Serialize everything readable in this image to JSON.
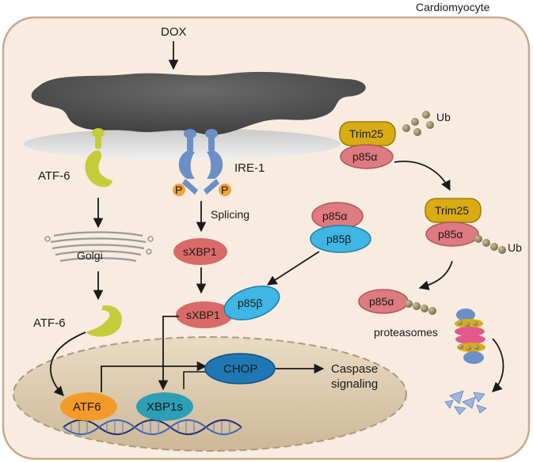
{
  "cell_label": "Cardiomyocyte",
  "stimulus": "DOX",
  "sensors": {
    "atf6": "ATF-6",
    "ire1": "IRE-1",
    "phospho": "P"
  },
  "steps": {
    "golgi": "Golgi",
    "splicing": "Splicing",
    "atf6_cleaved": "ATF-6"
  },
  "proteins": {
    "sxbp1_top": "sXBP1",
    "sxbp1_bound": "sXBP1",
    "p85a": "p85α",
    "p85b_free": "p85β",
    "p85b_bound": "p85β",
    "trim25_top": "Trim25",
    "p85a_top": "p85α",
    "trim25_mid": "Trim25",
    "p85a_mid": "p85α",
    "p85a_low": "p85α"
  },
  "nucleus": {
    "atf6": "ATF6",
    "xbp1s": "XBP1s",
    "chop": "CHOP"
  },
  "outcome": {
    "line1": "Caspase",
    "line2": "signaling"
  },
  "ubiquitin": {
    "ub_top": "Ub",
    "ub_mid": "Ub"
  },
  "degradation": {
    "proteasomes": "proteasomes"
  },
  "colors": {
    "cell_fill": "#f8ece0",
    "cell_border": "#c7a98a",
    "er": "#4d4d4d",
    "atf6_sensor": "#c5cc3a",
    "ire1": "#6b8fc7",
    "phospho": "#f3a23c",
    "sxbp1": "#d96a67",
    "p85a": "#dd7b80",
    "p85b": "#3fb6e3",
    "trim25": "#d9ac13",
    "chop": "#1f78b4",
    "nucleus_atf6": "#f29b2a",
    "xbp1s": "#2d9fb5",
    "nucleus": "#dac8ad",
    "ubiquitin": "#8f8a62"
  }
}
